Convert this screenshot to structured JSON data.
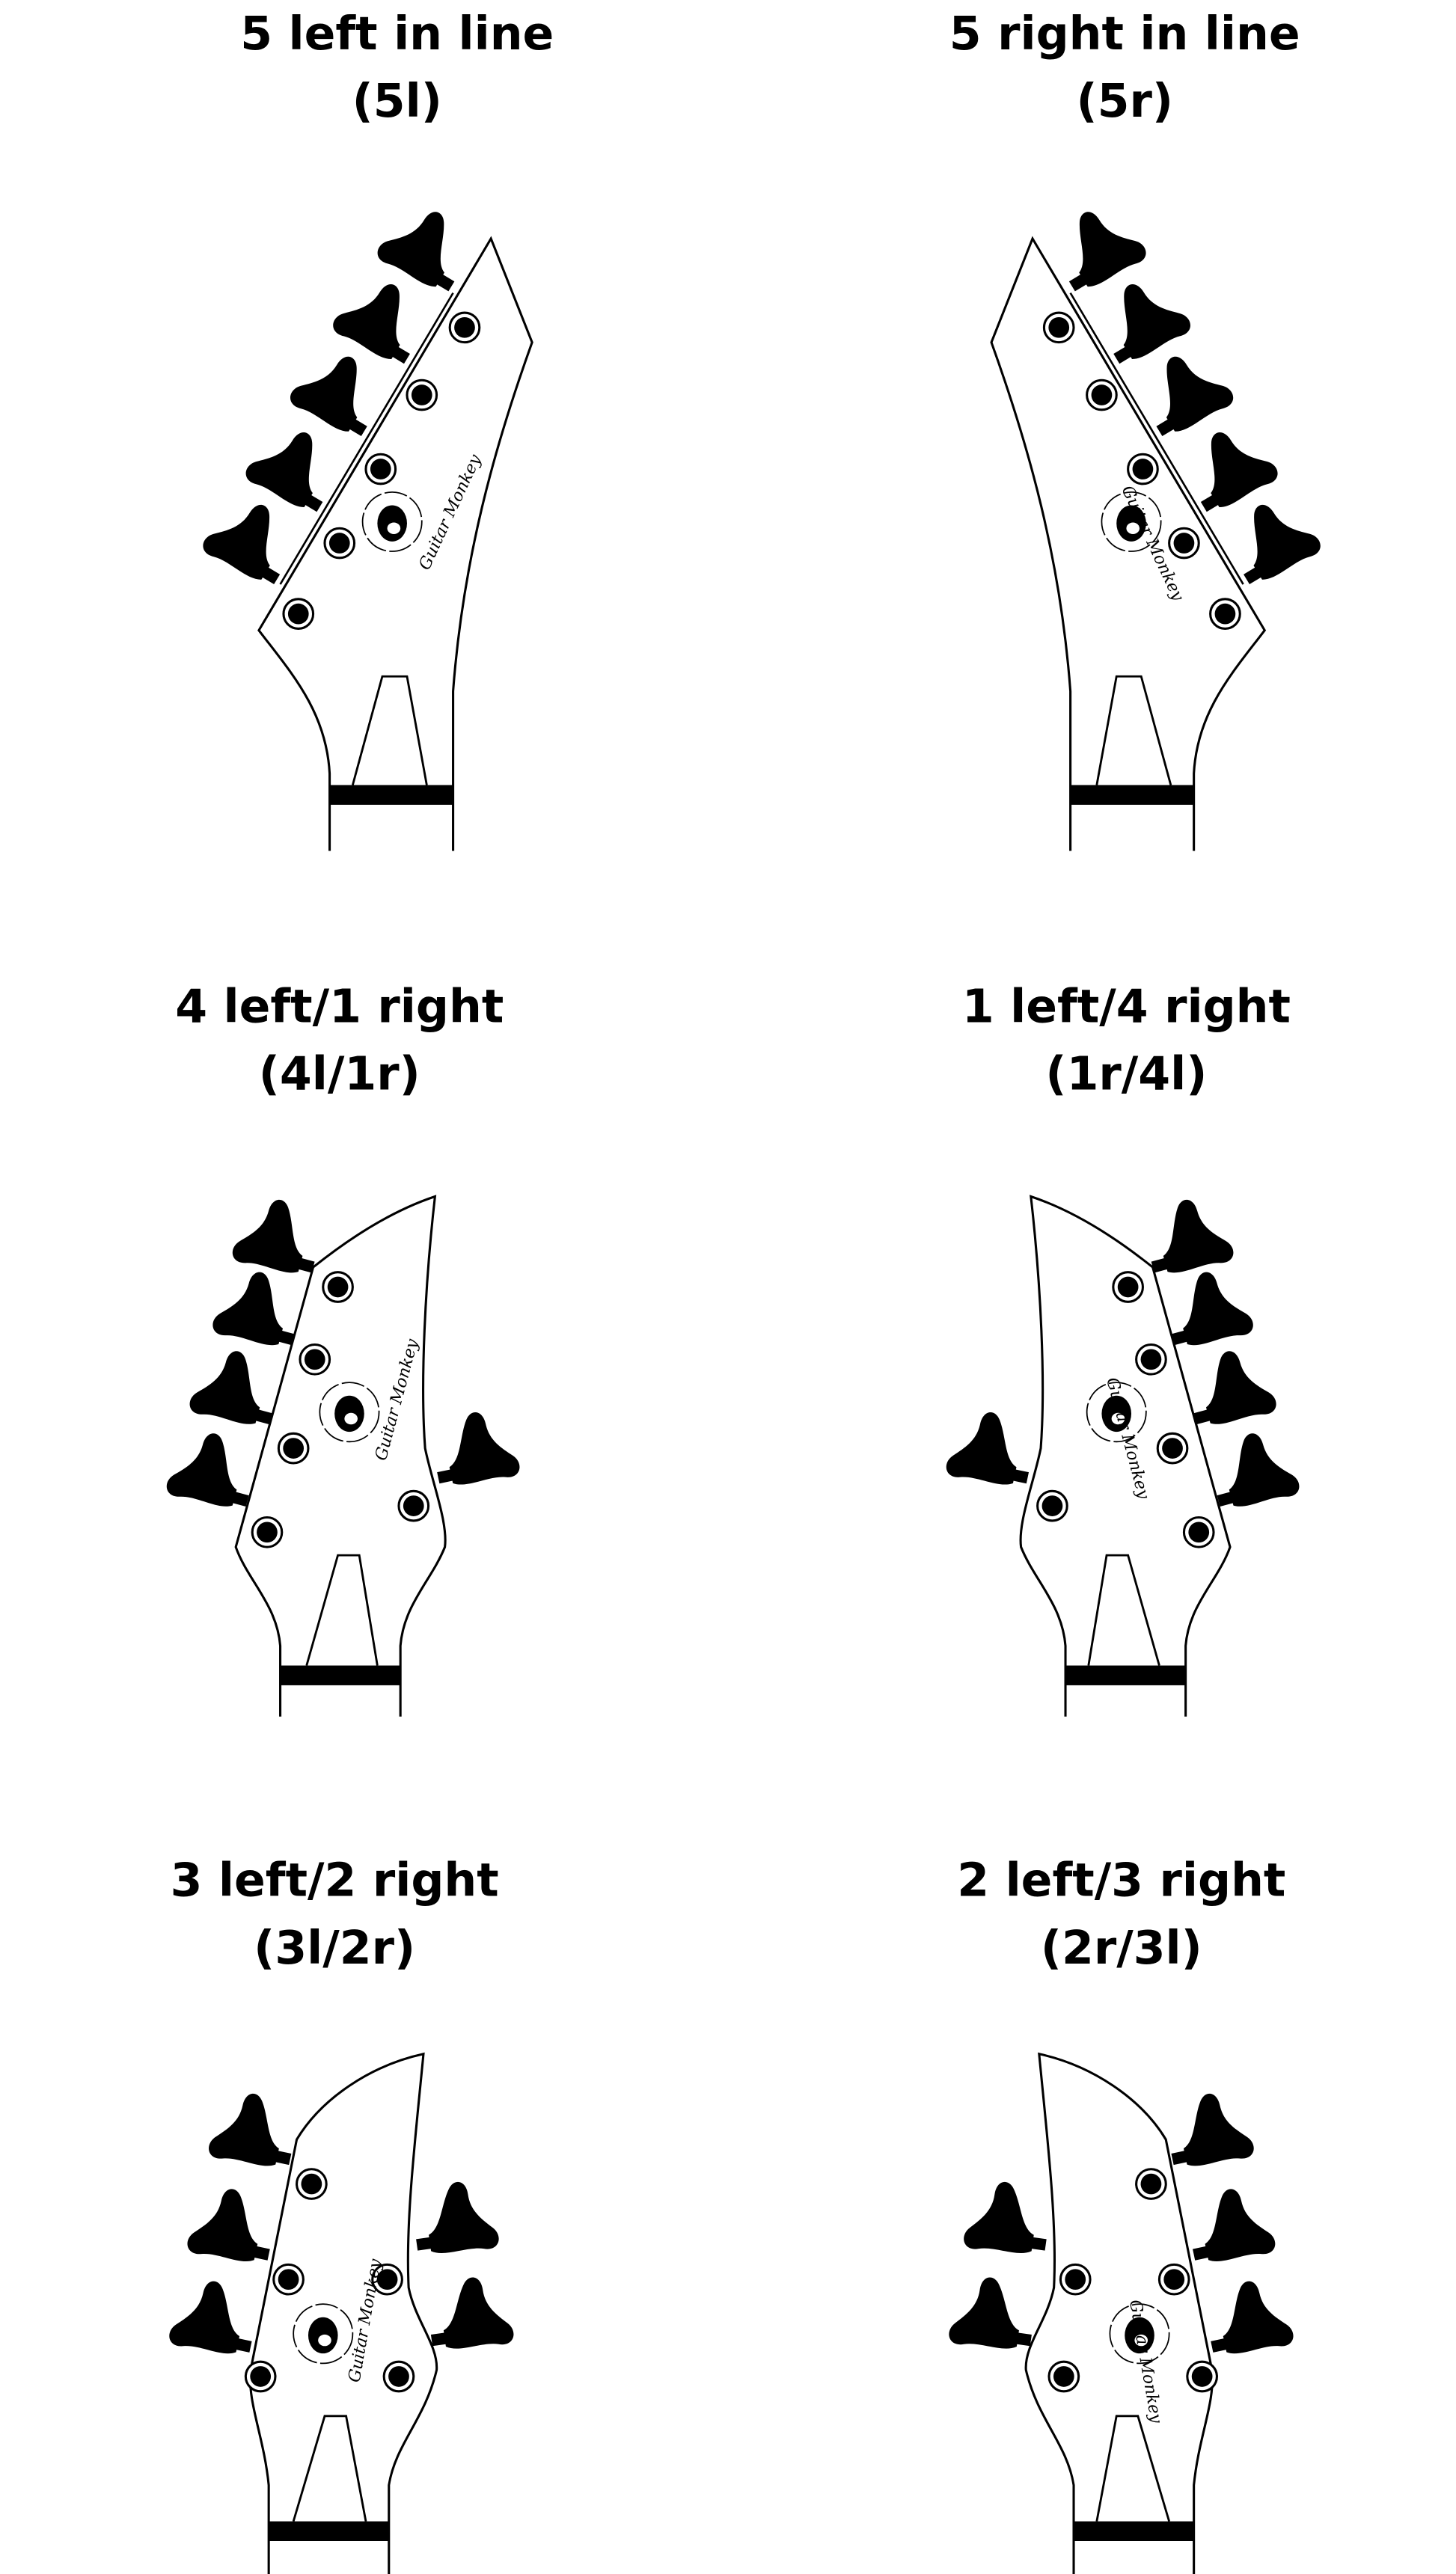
{
  "panels": [
    {
      "title": "5 left in line",
      "code": "(5l)",
      "logo": "Guitar Monkey"
    },
    {
      "title": "5 right in line",
      "code": "(5r)",
      "logo": "Guitar Monkey"
    },
    {
      "title": "4 left/1 right",
      "code": "(4l/1r)",
      "logo": "Guitar Monkey"
    },
    {
      "title": "1 left/4 right",
      "code": "(1r/4l)",
      "logo": "Guitar Monkey"
    },
    {
      "title": "3 left/2 right",
      "code": "(3l/2r)",
      "logo": "Guitar Monkey"
    },
    {
      "title": "2 left/3 right",
      "code": "(2r/3l)",
      "logo": "Guitar Monkey"
    }
  ],
  "colors": {
    "ink": "#000000",
    "background": "#ffffff"
  }
}
